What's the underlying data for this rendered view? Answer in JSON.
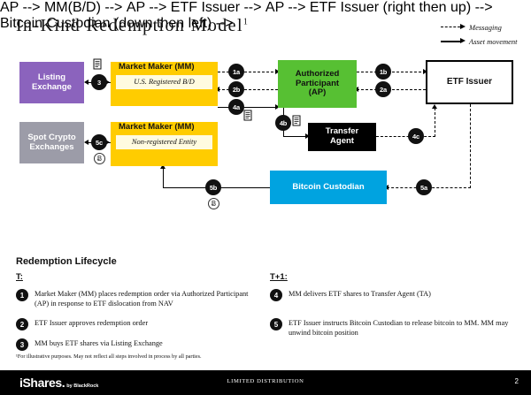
{
  "slide": {
    "title": "In-Kind Redemption Model",
    "title_superscript": "1",
    "page_number": "2",
    "colors": {
      "listing_exchange": "#8B63BD",
      "spot_crypto_exchanges": "#9C9CA8",
      "market_maker": "#FFCC00",
      "authorized_participant": "#57C033",
      "transfer_agent": "#000000",
      "bitcoin_custodian": "#00A3E0",
      "etf_issuer": "#FFFFFF",
      "badge": "#111111"
    }
  },
  "legend": {
    "items": [
      {
        "label": "Messaging",
        "style": "dashed",
        "icon": "dashed-arrow-icon"
      },
      {
        "label": "Asset movement",
        "style": "solid",
        "icon": "solid-arrow-icon"
      }
    ]
  },
  "diagram": {
    "nodes": [
      {
        "id": "listing-exchange",
        "label": "Listing\nExchange",
        "line1": "Listing",
        "line2": "Exchange"
      },
      {
        "id": "spot-crypto-exchanges",
        "label": "Spot Crypto\nExchanges",
        "line1": "Spot Crypto",
        "line2": "Exchanges"
      },
      {
        "id": "market-maker-bd",
        "title": "Market Maker (MM)",
        "subtitle": "U.S. Registered B/D"
      },
      {
        "id": "market-maker-nonreg",
        "title": "Market Maker (MM)",
        "subtitle": "Non-registered Entity"
      },
      {
        "id": "authorized-participant",
        "line1": "Authorized",
        "line2": "Participant",
        "line3": "(AP)"
      },
      {
        "id": "transfer-agent",
        "line1": "Transfer",
        "line2": "Agent"
      },
      {
        "id": "bitcoin-custodian",
        "label": "Bitcoin Custodian"
      },
      {
        "id": "etf-issuer",
        "label": "ETF Issuer"
      }
    ],
    "badges": [
      {
        "id": "1a",
        "label": "1a"
      },
      {
        "id": "1b",
        "label": "1b"
      },
      {
        "id": "2a",
        "label": "2a"
      },
      {
        "id": "2b",
        "label": "2b"
      },
      {
        "id": "3",
        "label": "3"
      },
      {
        "id": "4a",
        "label": "4a"
      },
      {
        "id": "4b",
        "label": "4b"
      },
      {
        "id": "4c",
        "label": "4c"
      },
      {
        "id": "5a",
        "label": "5a"
      },
      {
        "id": "5b",
        "label": "5b"
      },
      {
        "id": "5c",
        "label": "5c"
      }
    ],
    "bitcoin_symbol": "Ƀ"
  },
  "lifecycle": {
    "heading": "Redemption Lifecycle",
    "columns": [
      {
        "id": "col-t",
        "header": "T:",
        "steps": [
          {
            "num": "1",
            "text": "Market Maker (MM) places redemption order via Authorized Participant (AP) in response to ETF dislocation from NAV"
          },
          {
            "num": "2",
            "text": "ETF Issuer approves redemption order"
          },
          {
            "num": "3",
            "text": "MM buys ETF shares via Listing Exchange"
          }
        ]
      },
      {
        "id": "col-t1",
        "header": "T+1:",
        "steps": [
          {
            "num": "4",
            "text": "MM delivers ETF shares to Transfer Agent (TA)"
          },
          {
            "num": "5",
            "text": "ETF Issuer instructs Bitcoin Custodian to release bitcoin to MM. MM may unwind bitcoin position"
          }
        ]
      }
    ]
  },
  "footnote": "¹For illustrative purposes.  May not reflect all steps involved in process by all parties.",
  "footer": {
    "brand": "iShares",
    "brand_dot": ".",
    "brand_by": "by BlackRock",
    "distribution": "LIMITED DISTRIBUTION",
    "page": "2"
  }
}
